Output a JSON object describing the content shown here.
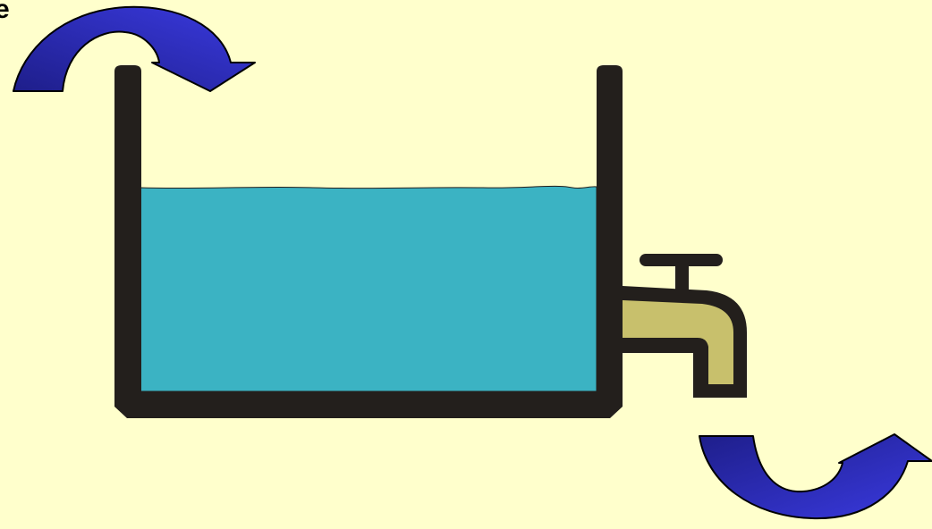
{
  "corner_label": "e",
  "colors": {
    "background": "#FFFFCC",
    "tank_wall": "#231F1C",
    "water": "#3BB3C3",
    "tap": "#C8C06C",
    "arrow_fill": "#3333CC",
    "arrow_shade": "#1A1A80"
  },
  "icons": {
    "inflow": "curved-arrow-down-right",
    "outflow": "curved-arrow-up-right",
    "tap": "faucet"
  }
}
